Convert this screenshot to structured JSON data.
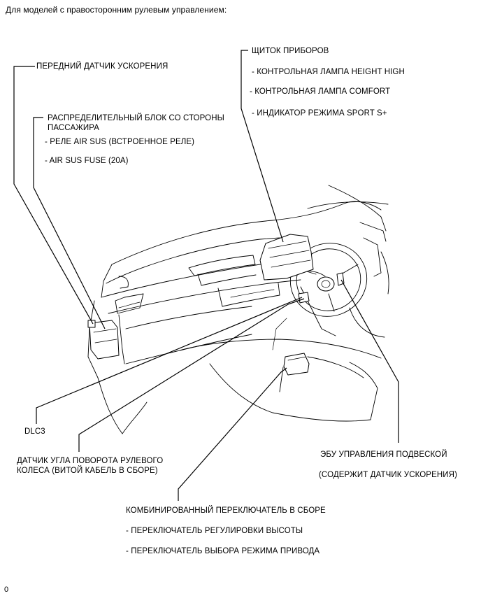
{
  "header": {
    "title": "Для моделей с правосторонним рулевым управлением:"
  },
  "callouts": {
    "front_accel_sensor": "ПЕРЕДНИЙ ДАТЧИК УСКОРЕНИЯ",
    "junction_block_line1": "РАСПРЕДЕЛИТЕЛЬНЫЙ БЛОК СО СТОРОНЫ",
    "junction_block_line2": "ПАССАЖИРА",
    "air_sus_relay": "- РЕЛЕ AIR SUS (ВСТРОЕННОЕ РЕЛЕ)",
    "air_sus_fuse": "- AIR SUS FUSE (20A)",
    "combination_meter": "ЩИТОК ПРИБОРОВ",
    "height_high_lamp": "- КОНТРОЛЬНАЯ ЛАМПА HEIGHT HIGH",
    "comfort_lamp": "- КОНТРОЛЬНАЯ ЛАМПА COMFORT",
    "sport_indicator": "- ИНДИКАТОР РЕЖИМА SPORT S+",
    "dlc3": "DLC3",
    "steering_sensor_line1": "ДАТЧИК УГЛА ПОВОРОТА РУЛЕВОГО",
    "steering_sensor_line2": "КОЛЕСА (ВИТОЙ КАБЕЛЬ В СБОРЕ)",
    "suspension_ecu": "ЭБУ УПРАВЛЕНИЯ ПОДВЕСКОЙ",
    "suspension_ecu_note": "(СОДЕРЖИТ ДАТЧИК УСКОРЕНИЯ)",
    "combo_switch": "КОМБИНИРОВАННЫЙ ПЕРЕКЛЮЧАТЕЛЬ В СБОРЕ",
    "height_switch": "- ПЕРЕКЛЮЧАТЕЛЬ РЕГУЛИРОВКИ ВЫСОТЫ",
    "drive_mode_switch": "- ПЕРЕКЛЮЧАТЕЛЬ ВЫБОРА РЕЖИМА ПРИВОДА"
  },
  "footer": {
    "figure_code": "0"
  }
}
